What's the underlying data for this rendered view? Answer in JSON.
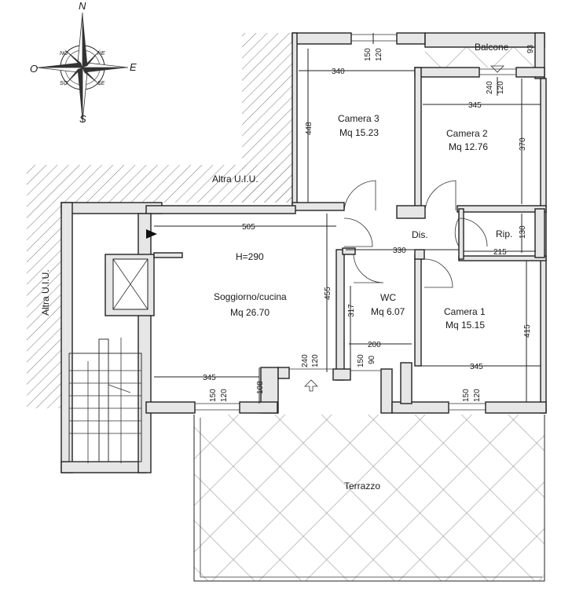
{
  "compass": {
    "north": "N",
    "south": "S",
    "east": "E",
    "west": "O",
    "ne": "NE",
    "no": "NO",
    "se": "SE",
    "so": "SO"
  },
  "neighbors": {
    "top": "Altra U.I.U.",
    "left": "Altra U.I.U."
  },
  "rooms": {
    "camera3": {
      "name": "Camera 3",
      "area": "Mq 15.23"
    },
    "camera2": {
      "name": "Camera 2",
      "area": "Mq 12.76"
    },
    "camera1": {
      "name": "Camera 1",
      "area": "Mq 15.15"
    },
    "soggiorno": {
      "name": "Soggiorno/cucina",
      "area": "Mq 26.70",
      "height": "H=290"
    },
    "wc": {
      "name": "WC",
      "area": "Mq 6.07"
    },
    "balcone": {
      "name": "Balcone"
    },
    "dis": {
      "name": "Dis."
    },
    "rip": {
      "name": "Rip."
    },
    "terrazzo": {
      "name": "Terrazzo"
    }
  },
  "dims": {
    "d340": "340",
    "d448": "448",
    "d150a": "150",
    "d120a": "120",
    "d345a": "345",
    "d370": "370",
    "d240a": "240",
    "d120b": "120",
    "d93": "93",
    "d505": "505",
    "d455": "455",
    "d330": "330",
    "d130": "130",
    "d215": "215",
    "d317": "317",
    "d200": "200",
    "d415": "415",
    "d345b": "345",
    "d345c": "345",
    "d240b": "240",
    "d120c": "120",
    "d150b": "150",
    "d90": "90",
    "d108": "108",
    "d150c": "150",
    "d120d": "120",
    "d150d": "150",
    "d120e": "120"
  },
  "colors": {
    "wall": "#e6e6e6",
    "line": "#222222"
  }
}
